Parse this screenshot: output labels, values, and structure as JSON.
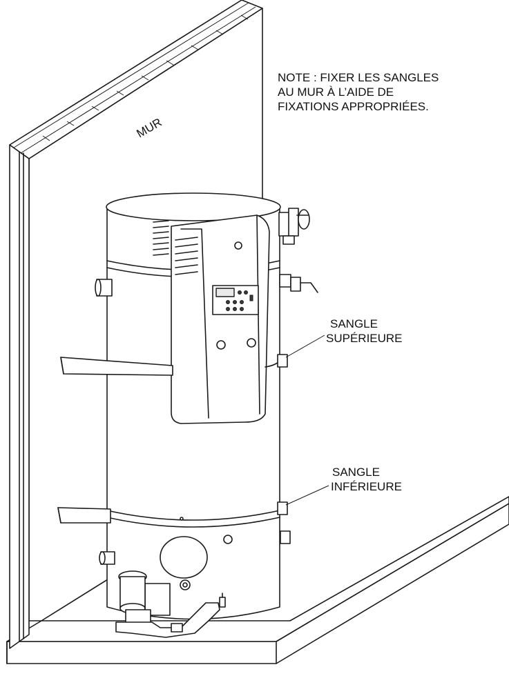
{
  "note": {
    "lines": [
      "NOTE : FIXER LES SANGLES",
      "AU MUR À L’AIDE DE",
      "FIXATIONS APPROPRIÉES."
    ]
  },
  "wall_label": "MUR",
  "upper_strap": {
    "lines": [
      "SANGLE",
      "SUPÉRIEURE"
    ]
  },
  "lower_strap": {
    "lines": [
      "SANGLE",
      "INFÉRIEURE"
    ]
  },
  "colors": {
    "ink": "#1a1a1a",
    "background": "#ffffff",
    "shade": "#e9e9e9"
  }
}
